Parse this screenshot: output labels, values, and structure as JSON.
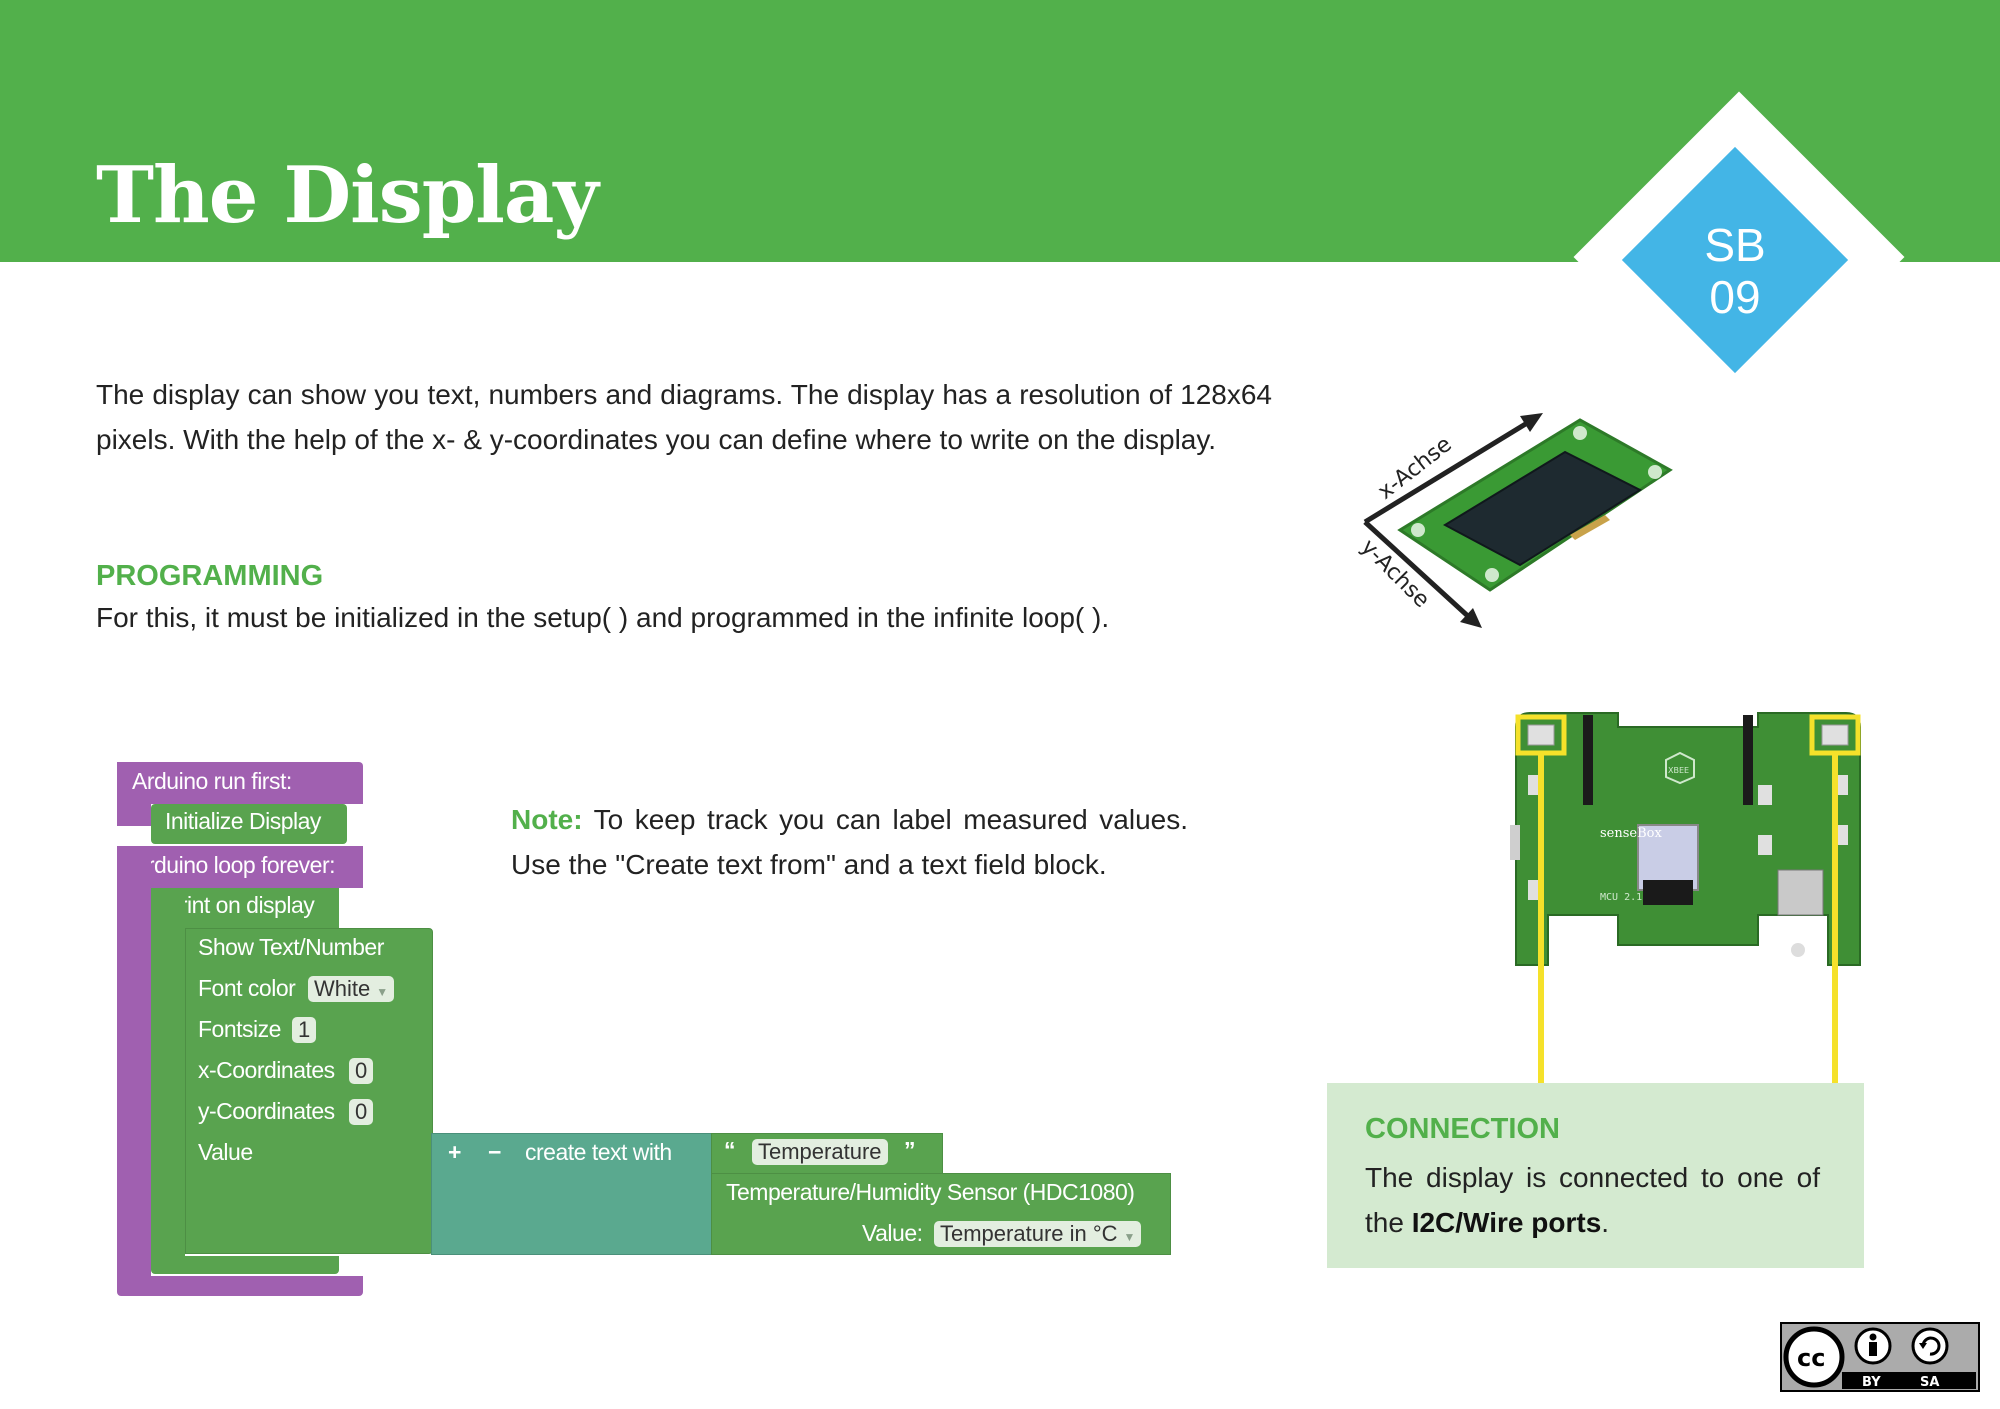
{
  "header": {
    "title": "The Display",
    "badge_line1": "SB",
    "badge_line2": "09"
  },
  "intro": {
    "text": "The display can show you text, numbers and diagrams. The display has a resolution of 128x64 pixels. With the help of the x- & y-coordinates you can define where to write on the display."
  },
  "programming": {
    "heading": "PROGRAMMING",
    "text": "For this, it must be initialized in the setup( ) and programmed in the infinite loop( )."
  },
  "note": {
    "label": "Note:",
    "text": "To keep track you can label measured values. Use the \"Create text from\" and a text field block."
  },
  "blocks": {
    "run_first": "Arduino run first:",
    "init_display": "Initialize Display",
    "loop_forever": "Arduino loop forever:",
    "print_on_display": "Print on display",
    "show_text": "Show Text/Number",
    "font_color_label": "Font color",
    "font_color_value": "White",
    "fontsize_label": "Fontsize",
    "fontsize_value": "1",
    "x_label": "x-Coordinates",
    "x_value": "0",
    "y_label": "y-Coordinates",
    "y_value": "0",
    "value_label": "Value",
    "plus": "+",
    "minus": "−",
    "create_text": "create text with",
    "quote_open": "“",
    "text_field": "Temperature",
    "quote_close": "”",
    "sensor": "Temperature/Humidity Sensor (HDC1080)",
    "sensor_value_label": "Value:",
    "sensor_value": "Temperature in °C"
  },
  "display_image": {
    "x_axis_label": "x-Achse",
    "y_axis_label": "y-Achse"
  },
  "board_image": {
    "brand": "senseBox",
    "model": "MCU 2.1",
    "xbee": "XBEE"
  },
  "connection": {
    "heading": "CONNECTION",
    "text_before": "The display is connected to one of the ",
    "text_bold": "I2C/Wire ports",
    "text_after": "."
  },
  "license": {
    "cc": "cc",
    "by": "BY",
    "sa": "SA"
  },
  "colors": {
    "brand_green": "#52b04b",
    "badge_blue": "#43b5e6",
    "block_purple": "#a060b0",
    "block_green": "#59a34f",
    "block_teal": "#5aa98f",
    "connection_bg": "#d4ead0",
    "highlight_yellow": "#f5e12a"
  }
}
